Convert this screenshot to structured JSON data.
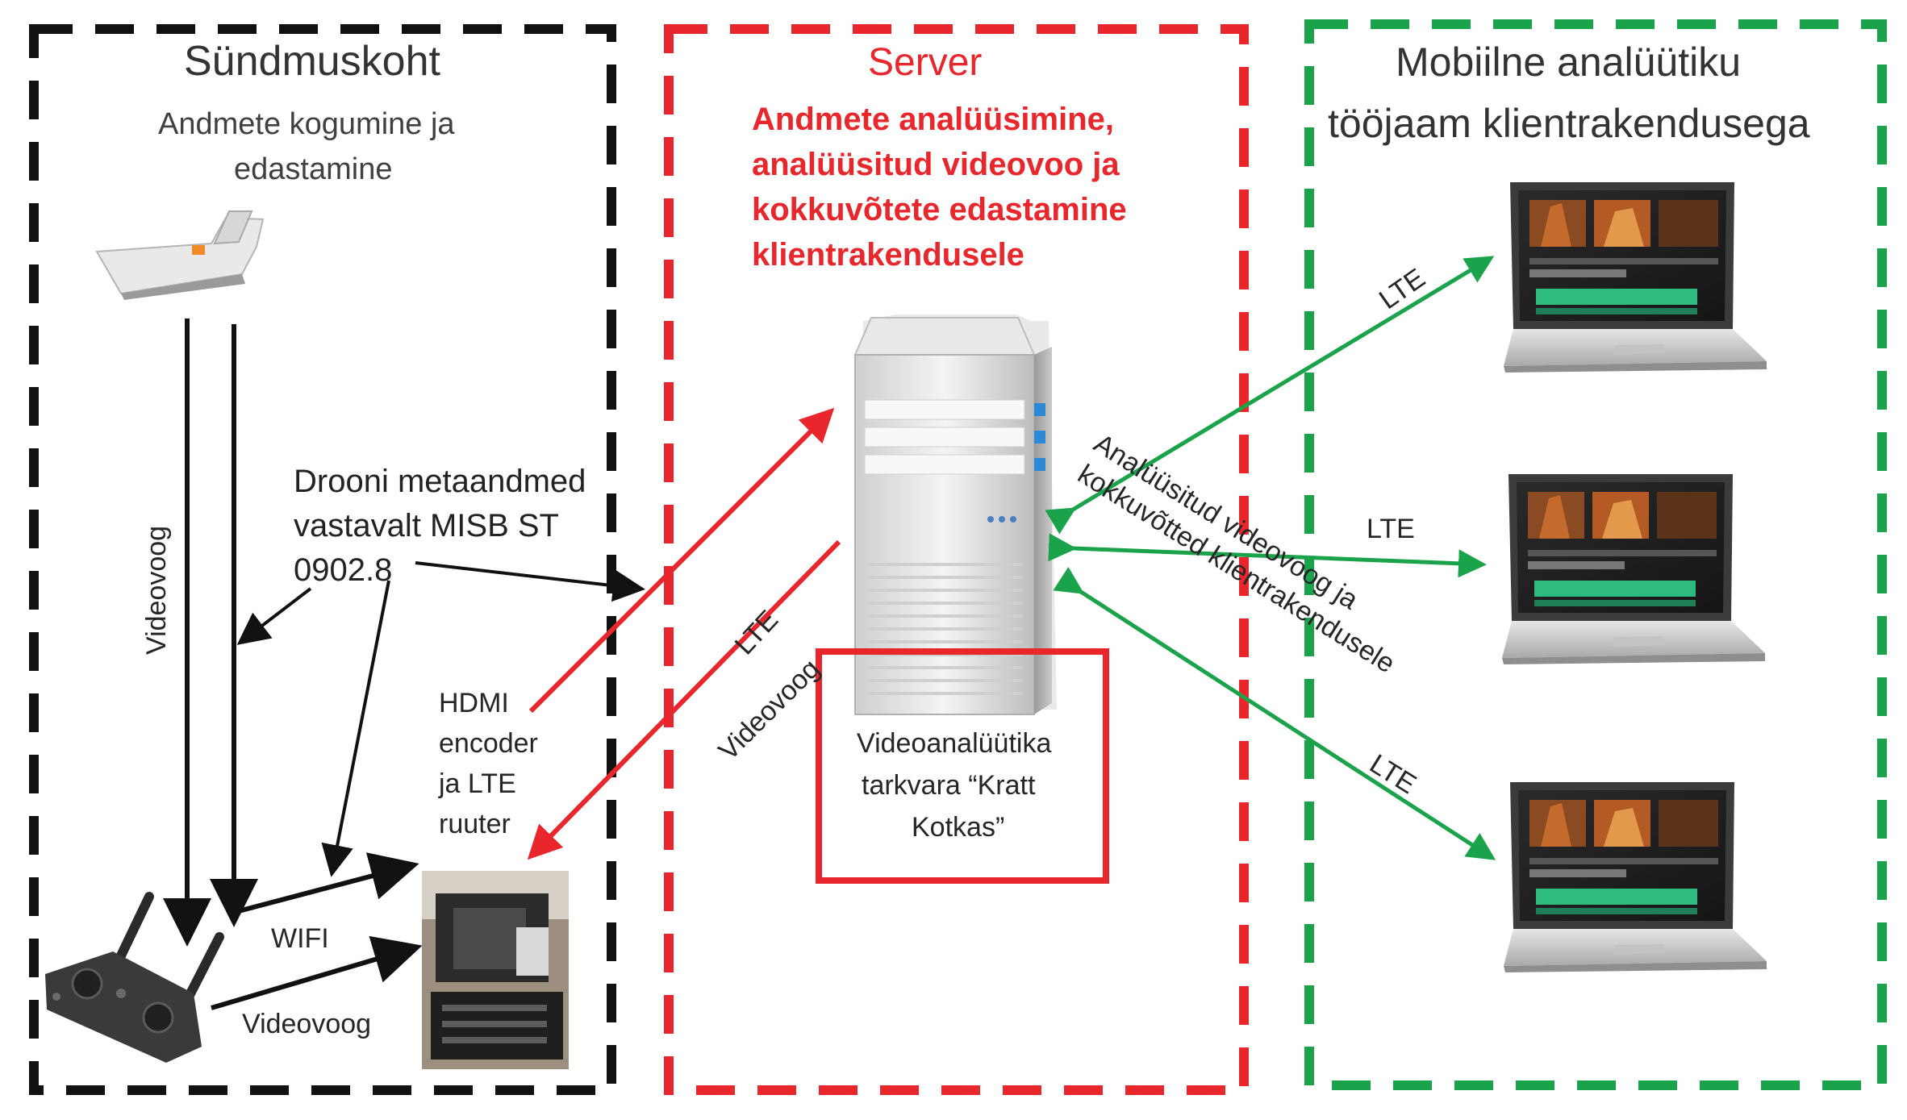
{
  "panels": {
    "scene": {
      "title": "Sündmuskoht",
      "subtitle_line1": "Andmete kogumine ja",
      "subtitle_line2": "edastamine",
      "border_color": "#111111"
    },
    "server": {
      "title": "Server",
      "subtitle_line1": "Andmete analüüsimine,",
      "subtitle_line2": "analüüsitud videovoo ja",
      "subtitle_line3": "kokkuvõtete edastamine",
      "subtitle_line4": "klientrakendusele",
      "border_color": "#e8262b"
    },
    "mobile": {
      "title_line1": "Mobiilne analüütiku",
      "title_line2": "tööjaam klientrakendusega",
      "border_color": "#1aa34a"
    }
  },
  "labels": {
    "videovoog_vertical": "Videovoog",
    "metadata_line1": "Drooni metaandmed",
    "metadata_line2": "vastavalt MISB ST",
    "metadata_line3": "0902.8",
    "hdmi_line1": "HDMI",
    "hdmi_line2": "encoder",
    "hdmi_line3": "ja LTE",
    "hdmi_line4": "ruuter",
    "wifi": "WIFI",
    "videovoog_bottom": "Videovoog",
    "lte_red": "LTE",
    "videovoog_red": "Videovoog",
    "software_line1": "Videoanalüütika",
    "software_line2": "tarkvara “Kratt",
    "software_line3": "Kotkas”",
    "analyzed_line1": "Analüüsitud videovoog ja",
    "analyzed_line2": "kokkuvõtted klientrakendusele",
    "lte_top": "LTE",
    "lte_mid": "LTE",
    "lte_bottom": "LTE"
  },
  "colors": {
    "black_arrow": "#111111",
    "red_arrow": "#e8262b",
    "green_arrow": "#1aa34a"
  },
  "icons": [
    "drone-icon",
    "remote-controller-icon",
    "encoder-device-icon",
    "server-tower-icon",
    "laptop-icon"
  ]
}
